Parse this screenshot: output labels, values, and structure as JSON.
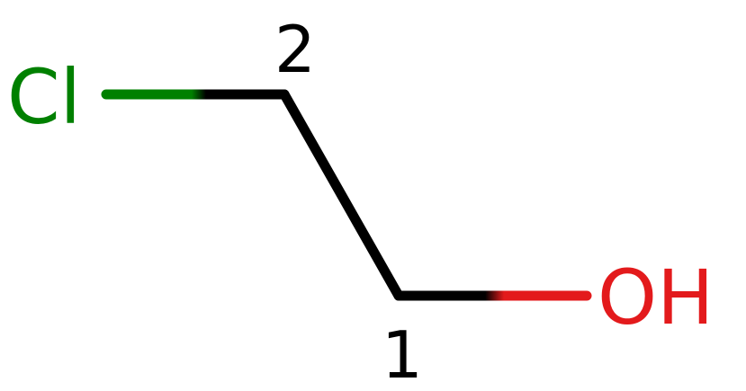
{
  "molecule": {
    "atoms": {
      "cl": {
        "label": "Cl",
        "color": "#008000"
      },
      "oh": {
        "label": "OH",
        "color": "#e31a1c"
      }
    },
    "locants": {
      "c1": "1",
      "c2": "2"
    },
    "bond_color": "#000000"
  }
}
